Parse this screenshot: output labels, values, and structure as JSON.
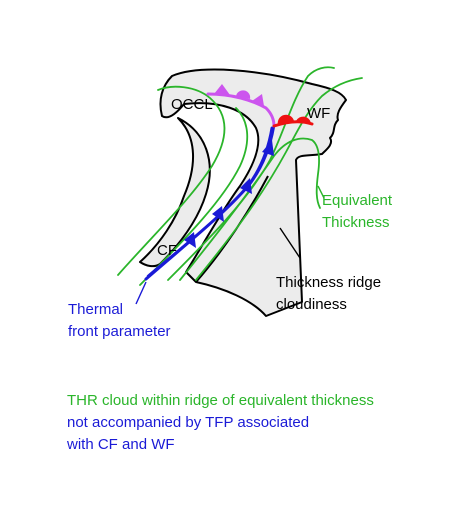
{
  "labels": {
    "occl": "OCCL",
    "wf": "WF",
    "cf": "CF",
    "equivalent_thickness": [
      "Equivalent",
      "Thickness"
    ],
    "thickness_ridge_cloudiness": [
      "Thickness ridge",
      "cloudiness"
    ],
    "thermal_front_parameter": [
      "Thermal",
      "front parameter"
    ]
  },
  "caption": {
    "green_line": "THR cloud within ridge of equivalent thickness",
    "blue_lines": [
      "not accompanied by TFP associated",
      "with CF and WF"
    ]
  },
  "colors": {
    "cloud_fill": "#ececec",
    "cloud_outline": "#000000",
    "equivalent_thickness": "#2bb52b",
    "thermal_front_parameter": "#1a1ad6",
    "occluded_front": "#cc55ee",
    "warm_front": "#ee1111",
    "cold_front": "#1a1ad6",
    "caption_green": "#2bb52b",
    "caption_blue": "#1a1ad6"
  }
}
